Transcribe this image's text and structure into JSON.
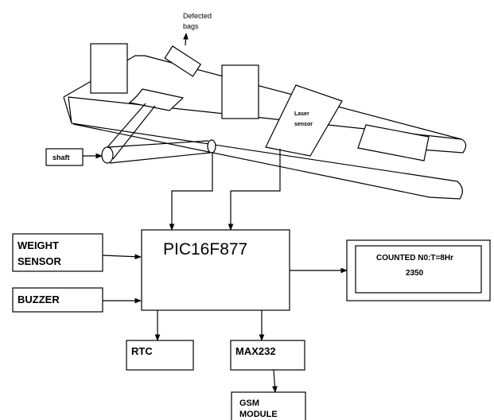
{
  "conveyor": {
    "defected_bags_label": [
      "Defected",
      "bags"
    ],
    "shaft_label": "shaft",
    "laser_sensor_label": [
      "Laser",
      "sensor"
    ]
  },
  "blocks": {
    "weight_sensor": [
      "WEIGHT",
      "SENSOR"
    ],
    "buzzer": "BUZZER",
    "microcontroller": "PIC16F877",
    "display": [
      "COUNTED N0:T=8Hr",
      "2350"
    ],
    "rtc": "RTC",
    "max232": "MAX232",
    "gsm_module": [
      "GSM",
      "MODULE"
    ]
  }
}
